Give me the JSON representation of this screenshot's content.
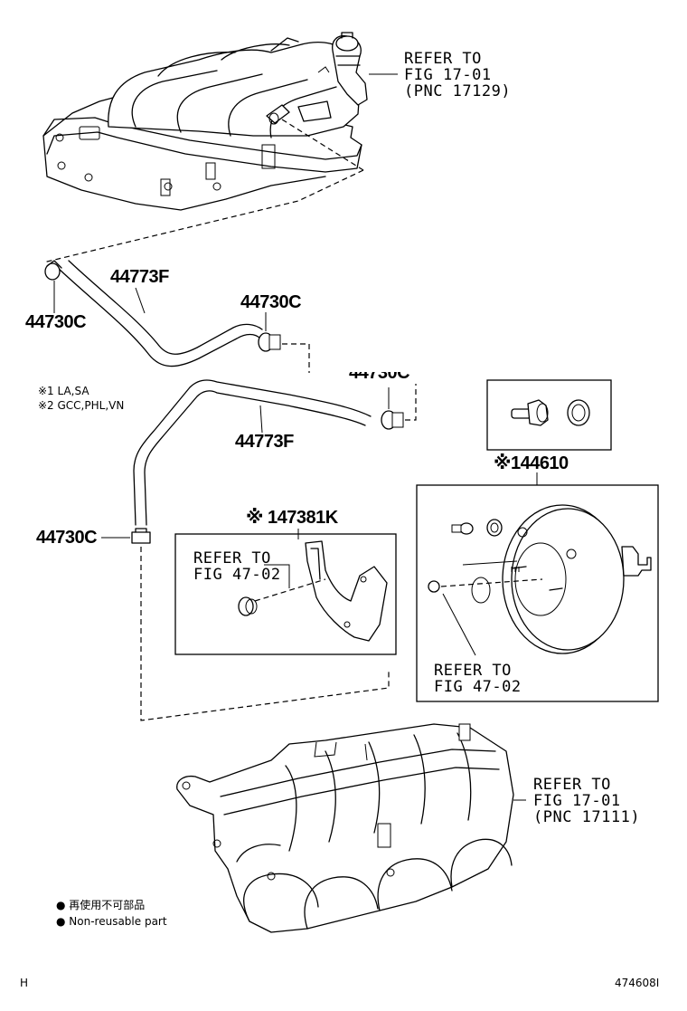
{
  "refs": {
    "top_manifold": [
      "REFER TO",
      "FIG 17-01",
      "(PNC 17129)"
    ],
    "bracket": [
      "REFER TO",
      "FIG 47-02"
    ],
    "booster": [
      "REFER TO",
      "FIG 47-02"
    ],
    "bottom_manifold": [
      "REFER TO",
      "FIG 17-01",
      "(PNC 17111)"
    ]
  },
  "part_numbers": {
    "hose_upper": "44773F",
    "hose_lower": "44773F",
    "clamp_left": "44730C",
    "clamp_right_upper": "44730C",
    "clamp_right_lower": "44730C",
    "clamp_lower_left": "44730C",
    "booster": "※144610",
    "bracket": "※ 147381K"
  },
  "notes": {
    "variant_1": "※1 LA,SA",
    "variant_2": "※2 GCC,PHL,VN"
  },
  "legend": {
    "line_cn": "● 再使用不可部品",
    "line_en": "● Non-reusable part"
  },
  "footer": {
    "left_code": "H",
    "figure_id": "474608I"
  }
}
